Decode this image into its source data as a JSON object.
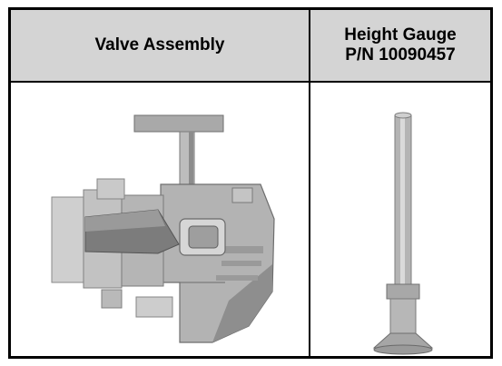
{
  "table": {
    "columns": [
      {
        "header_lines": [
          "Valve Assembly"
        ],
        "image": "valve-assembly-drawing"
      },
      {
        "header_lines": [
          "Height Gauge",
          "P/N 10090457"
        ],
        "image": "height-gauge-drawing"
      }
    ]
  },
  "colors": {
    "header_bg": "#d4d4d4",
    "border": "#000000",
    "part_light": "#c8c8c8",
    "part_mid": "#a9a9a9",
    "part_dark": "#7a7a7a"
  }
}
